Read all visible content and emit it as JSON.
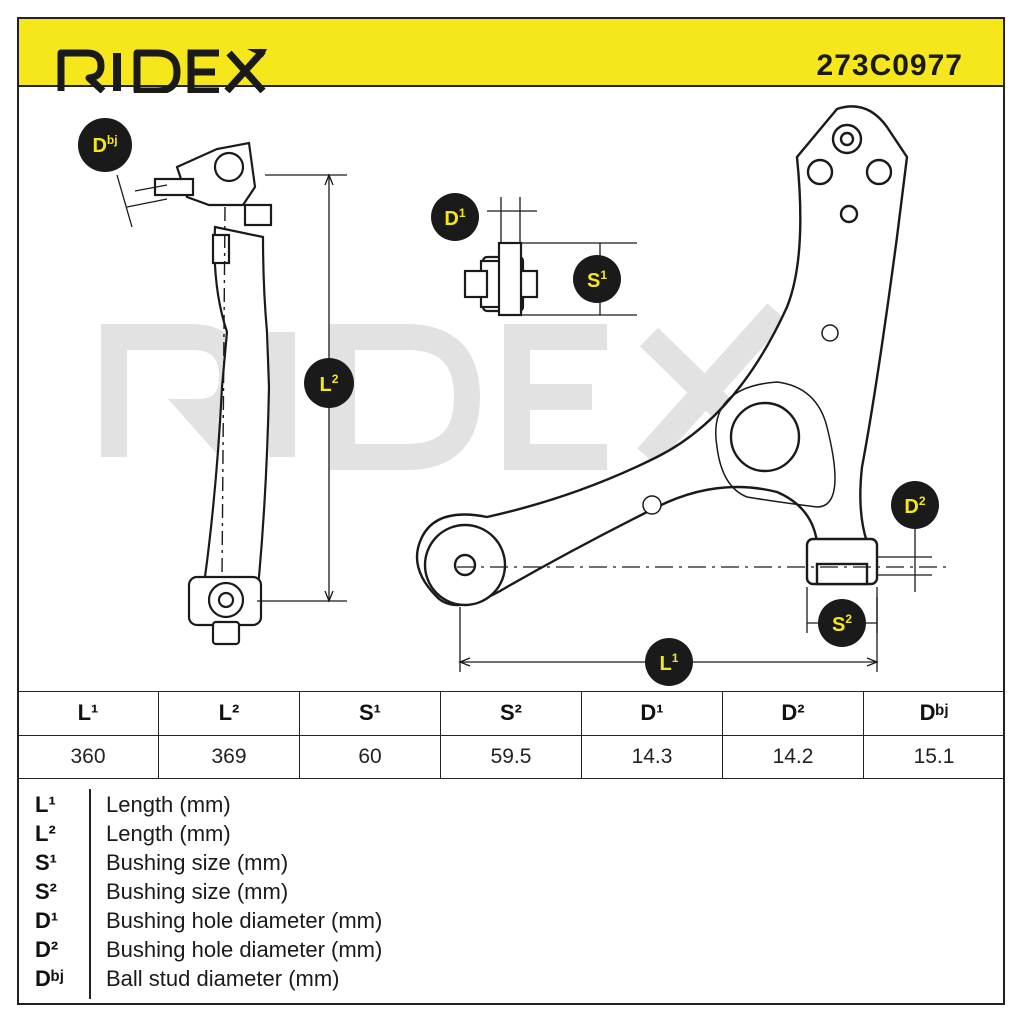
{
  "header": {
    "brand": "RIDEX",
    "part_number": "273C0977"
  },
  "watermark": "RIDEX",
  "drawing_labels": {
    "dbj": "Dbj",
    "d1": "D1",
    "s1": "S1",
    "l2": "L2",
    "d2": "D2",
    "s2": "S2",
    "l1": "L1"
  },
  "table": {
    "headers": [
      "L¹",
      "L²",
      "S¹",
      "S²",
      "D¹",
      "D²",
      "Dᵇʲ"
    ],
    "values": [
      "360",
      "369",
      "60",
      "59.5",
      "14.3",
      "14.2",
      "15.1"
    ]
  },
  "legend": [
    {
      "symbol": "L¹",
      "description": "Length (mm)"
    },
    {
      "symbol": "L²",
      "description": "Length (mm)"
    },
    {
      "symbol": "S¹",
      "description": "Bushing size (mm)"
    },
    {
      "symbol": "S²",
      "description": "Bushing size (mm)"
    },
    {
      "symbol": "D¹",
      "description": "Bushing hole diameter (mm)"
    },
    {
      "symbol": "D²",
      "description": "Bushing hole diameter (mm)"
    },
    {
      "symbol": "Dᵇʲ",
      "description": "Ball stud diameter (mm)"
    }
  ],
  "colors": {
    "brand_yellow": "#f6e71c",
    "line": "#1a1a1a",
    "watermark": "#e2e2e2"
  }
}
